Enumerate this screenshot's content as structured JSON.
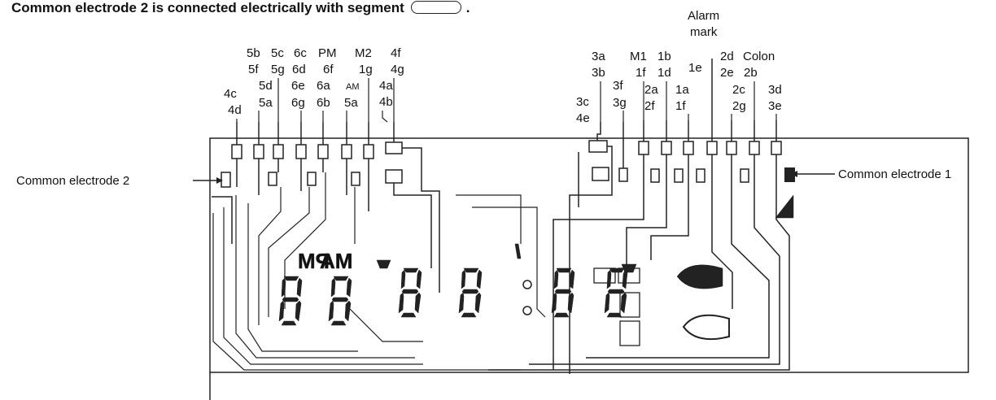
{
  "header": {
    "caption": "Common electrode 2 is connected electrically with segment",
    "trailing": "."
  },
  "side_labels": {
    "common_electrode_2": "Common electrode 2",
    "common_electrode_1": "Common electrode 1",
    "alarm_mark": [
      "Alarm",
      "mark"
    ],
    "colon": "Colon"
  },
  "pin_labels": {
    "left": [
      [
        "5b",
        "5f",
        "5d",
        "5a"
      ],
      [
        "5c",
        "5g"
      ],
      [
        "6c",
        "6d",
        "6e",
        "6g"
      ],
      [
        "6a",
        "6b"
      ],
      [
        "PM",
        "6f"
      ],
      [
        "AM",
        "5a"
      ],
      [
        "M2",
        "1g"
      ],
      [
        "4a",
        "4b"
      ],
      [
        "4f",
        "4g"
      ],
      [
        "4c",
        "4d"
      ]
    ],
    "right": [
      [
        "3a",
        "3b"
      ],
      [
        "3c",
        "4e"
      ],
      [
        "3f",
        "3g"
      ],
      [
        "M1",
        "1f"
      ],
      [
        "2a",
        "2f"
      ],
      [
        "1b",
        "1d"
      ],
      [
        "1a",
        "1f"
      ],
      [
        "1e"
      ],
      [
        "2d",
        "2e"
      ],
      [
        "2b",
        "2c",
        "2g"
      ],
      [
        "3d",
        "3e"
      ]
    ]
  },
  "lcd": {
    "pm_text": "PM",
    "am_text": "AM"
  }
}
